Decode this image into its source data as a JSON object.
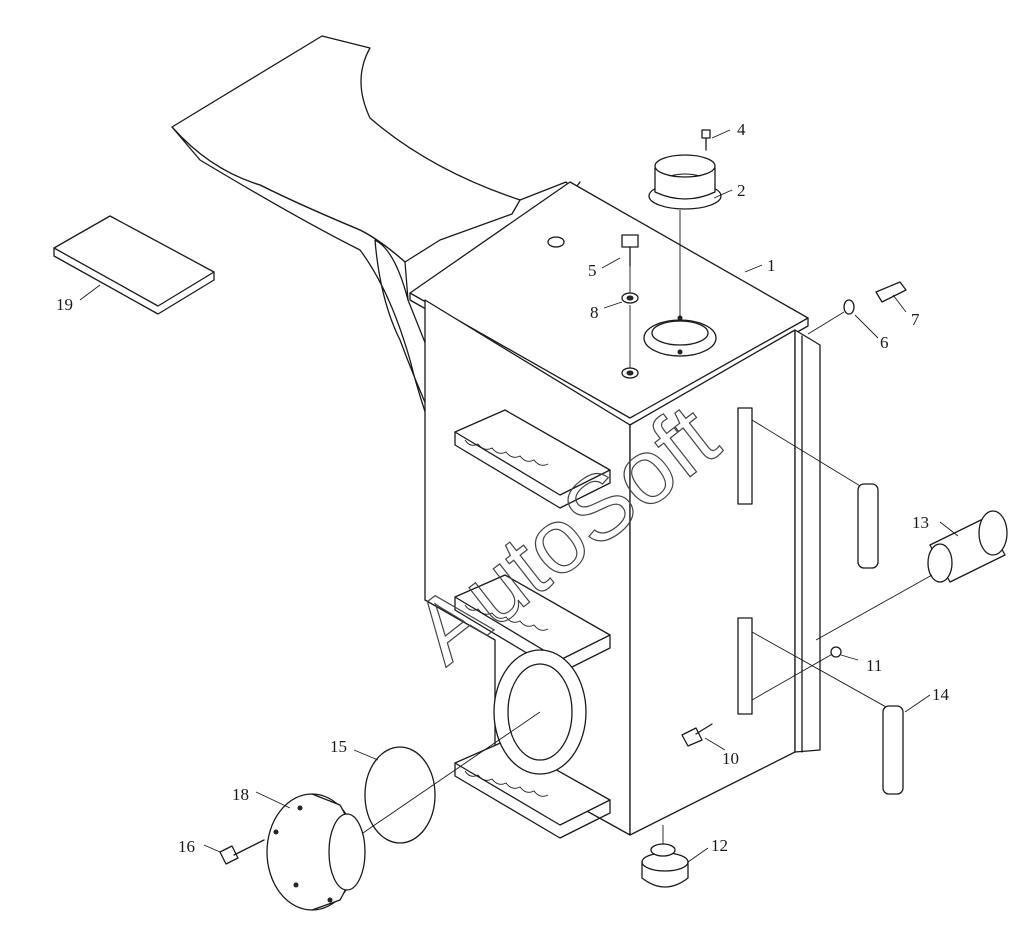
{
  "watermark": "AutoSoft",
  "callouts": [
    {
      "id": "1",
      "label": "1"
    },
    {
      "id": "2",
      "label": "2"
    },
    {
      "id": "4",
      "label": "4"
    },
    {
      "id": "5",
      "label": "5"
    },
    {
      "id": "6",
      "label": "6"
    },
    {
      "id": "7",
      "label": "7"
    },
    {
      "id": "8",
      "label": "8"
    },
    {
      "id": "10",
      "label": "10"
    },
    {
      "id": "11",
      "label": "11"
    },
    {
      "id": "12",
      "label": "12"
    },
    {
      "id": "13",
      "label": "13"
    },
    {
      "id": "14",
      "label": "14"
    },
    {
      "id": "15",
      "label": "15"
    },
    {
      "id": "16",
      "label": "16"
    },
    {
      "id": "18",
      "label": "18"
    },
    {
      "id": "19",
      "label": "19"
    }
  ]
}
